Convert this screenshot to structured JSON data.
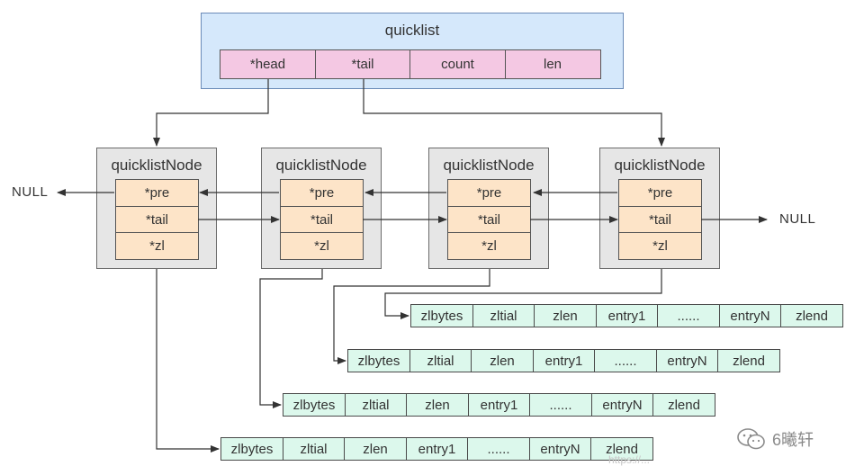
{
  "quicklist": {
    "title": "quicklist",
    "fields": [
      "*head",
      "*tail",
      "count",
      "len"
    ]
  },
  "nodes": [
    {
      "title": "quicklistNode",
      "fields": [
        "*pre",
        "*tail",
        "*zl"
      ]
    },
    {
      "title": "quicklistNode",
      "fields": [
        "*pre",
        "*tail",
        "*zl"
      ]
    },
    {
      "title": "quicklistNode",
      "fields": [
        "*pre",
        "*tail",
        "*zl"
      ]
    },
    {
      "title": "quicklistNode",
      "fields": [
        "*pre",
        "*tail",
        "*zl"
      ]
    }
  ],
  "ziplist_fields": [
    "zlbytes",
    "zltial",
    "zlen",
    "entry1",
    "......",
    "entryN",
    "zlend"
  ],
  "null_left": "NULL",
  "null_right": "NULL",
  "watermark": {
    "text": "6曦轩",
    "url": "https://..."
  },
  "colors": {
    "quicklist_bg": "#d5e8fb",
    "pointer_field": "#f4c8e3",
    "node_bg": "#e6e6e6",
    "node_field": "#fde4c8",
    "ziplist_cell": "#dcf8ec"
  }
}
